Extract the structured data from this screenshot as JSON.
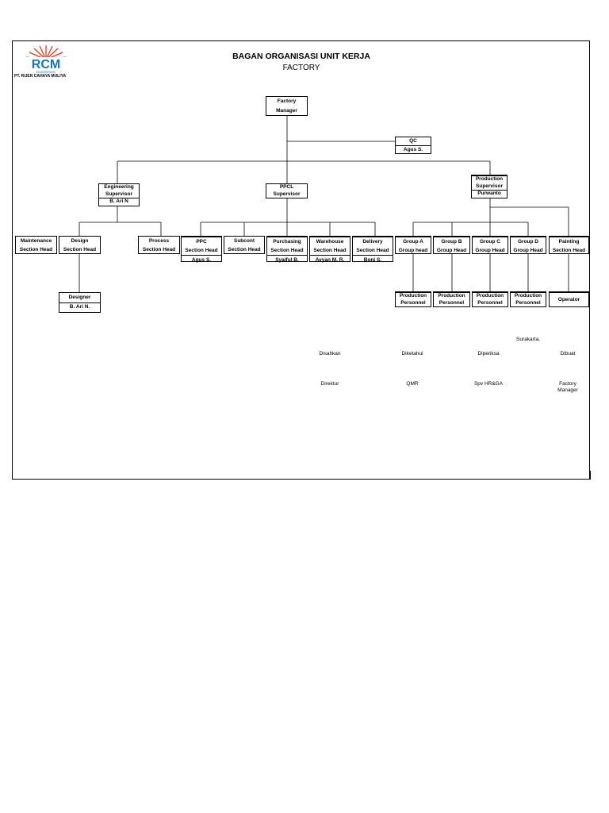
{
  "header": {
    "company": "PT. RIJEN CAHAYA MULIYA",
    "logo_text": "RCM",
    "logo_sub": "ENGINEERING",
    "title": "BAGAN ORGANISASI UNIT KERJA",
    "subtitle": "FACTORY"
  },
  "nodes": {
    "factory_manager": {
      "line1": "Factory",
      "line2": "Manager"
    },
    "qc": {
      "line1": "QC",
      "name": "Agus S."
    },
    "eng_supervisor": {
      "line1": "Engineering",
      "line2": "Supervisor",
      "name": "B. Ari N"
    },
    "ppcl_supervisor": {
      "line1": "PPCL",
      "line2": "Supervisor"
    },
    "prod_supervisor": {
      "line1": "Production",
      "line2": "Supervisor",
      "name": "Purwanto"
    },
    "maintenance": {
      "line1": "Maintenance",
      "line2": "Section Head"
    },
    "design": {
      "line1": "Design",
      "line2": "Section Head"
    },
    "process": {
      "line1": "Process",
      "line2": "Section Head"
    },
    "ppc": {
      "line1": "PPC",
      "line2": "Section Head",
      "name": "Agus S."
    },
    "subcont": {
      "line1": "Subcont",
      "line2": "Section Head"
    },
    "purchasing": {
      "line1": "Purchasing",
      "line2": "Section Head",
      "name": "Syaiful B."
    },
    "warehouse": {
      "line1": "Warehouse",
      "line2": "Section Head",
      "name": "Avyan M. R."
    },
    "delivery": {
      "line1": "Delivery",
      "line2": "Section Head",
      "name": "Boni S."
    },
    "group_a": {
      "line1": "Group A",
      "line2": "Group head"
    },
    "group_b": {
      "line1": "Group B",
      "line2": "Group Head"
    },
    "group_c": {
      "line1": "Group C",
      "line2": "Group Head"
    },
    "group_d": {
      "line1": "Group D",
      "line2": "Group Head"
    },
    "painting": {
      "line1": "Painting",
      "line2": "Section Head"
    },
    "designer": {
      "line1": "Designer",
      "name": "B. Ari N."
    },
    "prod_personnel_1": {
      "line1": "Production",
      "line2": "Personnel"
    },
    "prod_personnel_2": {
      "line1": "Production",
      "line2": "Personnel"
    },
    "prod_personnel_3": {
      "line1": "Production",
      "line2": "Personnel"
    },
    "prod_personnel_4": {
      "line1": "Production",
      "line2": "Personnel"
    },
    "operator": {
      "line1": "Operator"
    }
  },
  "signatures": {
    "place": "Surakarta,",
    "disahkan": "Disahkan",
    "diketahui": "Diketahui",
    "diperiksa": "Diperiksa",
    "dibuat": "Dibuat",
    "direktur": "Direktur",
    "qmr": "QMR",
    "spv": "Spv HR&GA",
    "fm1": "Factory",
    "fm2": "Manager"
  },
  "colors": {
    "logo_red": "#e53a1f",
    "logo_blue": "#1b75bc"
  }
}
